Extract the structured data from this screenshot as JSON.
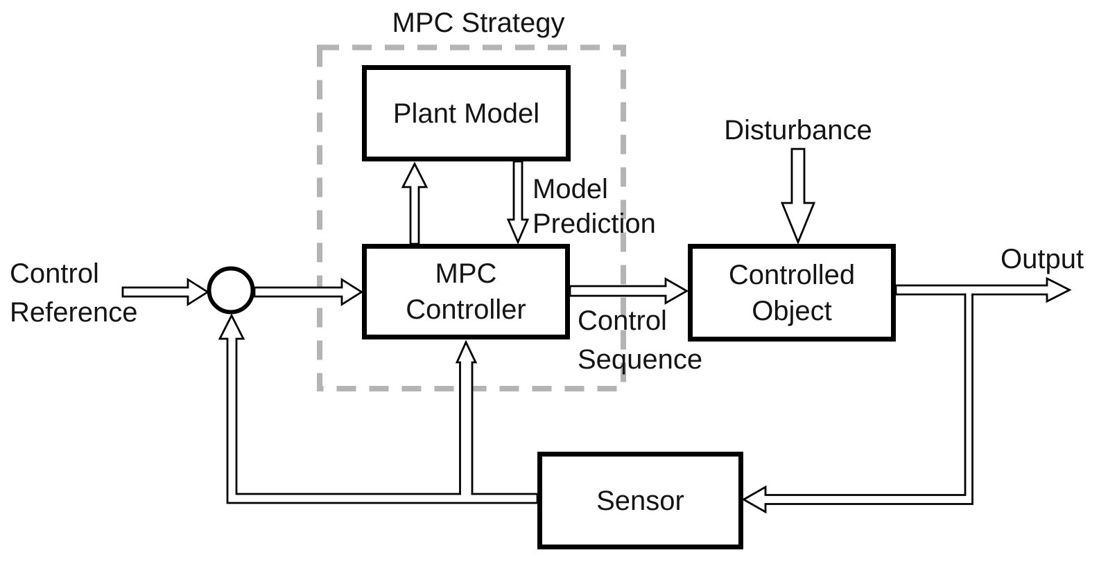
{
  "diagram": {
    "title": "MPC Strategy",
    "blocks": {
      "plant_model": {
        "label": "Plant Model"
      },
      "mpc_controller": {
        "line1": "MPC",
        "line2": "Controller"
      },
      "controlled_object": {
        "line1": "Controlled",
        "line2": "Object"
      },
      "sensor": {
        "label": "Sensor"
      }
    },
    "labels": {
      "control_reference": {
        "line1": "Control",
        "line2": "Reference"
      },
      "model_prediction": {
        "line1": "Model",
        "line2": "Prediction"
      },
      "control_sequence": {
        "line1": "Control",
        "line2": "Sequence"
      },
      "disturbance": "Disturbance",
      "output": "Output"
    },
    "colors": {
      "line": "#000000",
      "text": "#141414",
      "dashed_boundary": "#b4b4b4",
      "background": "#ffffff"
    },
    "edges": [
      {
        "from": "Control Reference",
        "to": "Summing Junction"
      },
      {
        "from": "Summing Junction",
        "to": "MPC Controller"
      },
      {
        "from": "MPC Controller",
        "to": "Plant Model"
      },
      {
        "from": "Plant Model",
        "to": "MPC Controller",
        "label": "Model Prediction"
      },
      {
        "from": "MPC Controller",
        "to": "Controlled Object",
        "label": "Control Sequence"
      },
      {
        "from": "Disturbance",
        "to": "Controlled Object"
      },
      {
        "from": "Controlled Object",
        "to": "Output"
      },
      {
        "from": "Controlled Object",
        "to": "Sensor"
      },
      {
        "from": "Sensor",
        "to": "Summing Junction"
      },
      {
        "from": "Sensor",
        "to": "MPC Controller"
      }
    ]
  }
}
